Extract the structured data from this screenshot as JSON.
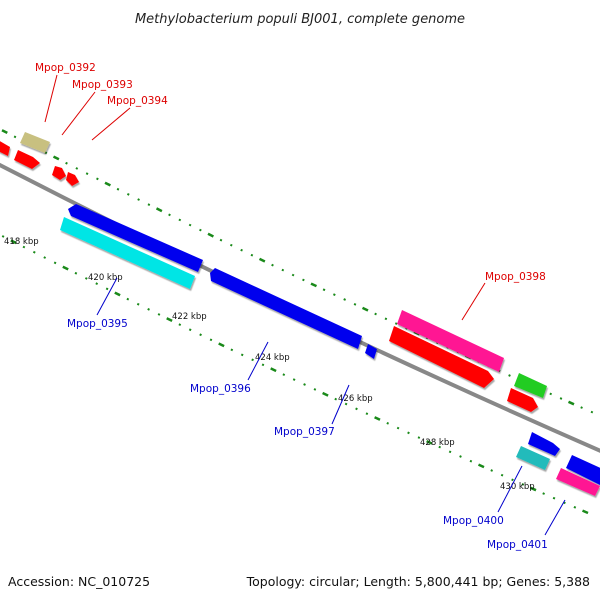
{
  "title": "Methylobacterium populi BJ001, complete genome",
  "footer": {
    "accession": "Accession: NC_010725",
    "summary": "Topology: circular; Length: 5,800,441 bp; Genes: 5,388"
  },
  "colors": {
    "backbone": "#888888",
    "tick": "#1a8a1a",
    "label_red": "#dd0000",
    "label_blue": "#0000cc",
    "gene_red": "#ff0000",
    "gene_olive": "#c8c080",
    "gene_blue": "#0000ee",
    "gene_cyan": "#00e5e5",
    "gene_pink": "#ff1493",
    "gene_green": "#22cc22",
    "gene_teal": "#22bbbb"
  },
  "kbp_labels": [
    "418 kbp",
    "420 kbp",
    "422 kbp",
    "424 kbp",
    "426 kbp",
    "428 kbp",
    "430 kbp"
  ],
  "gene_labels": [
    {
      "name": "Mpop_0392",
      "color": "red"
    },
    {
      "name": "Mpop_0393",
      "color": "red"
    },
    {
      "name": "Mpop_0394",
      "color": "red"
    },
    {
      "name": "Mpop_0395",
      "color": "blue"
    },
    {
      "name": "Mpop_0396",
      "color": "blue"
    },
    {
      "name": "Mpop_0397",
      "color": "blue"
    },
    {
      "name": "Mpop_0398",
      "color": "red"
    },
    {
      "name": "Mpop_0400",
      "color": "blue"
    },
    {
      "name": "Mpop_0401",
      "color": "blue"
    }
  ]
}
